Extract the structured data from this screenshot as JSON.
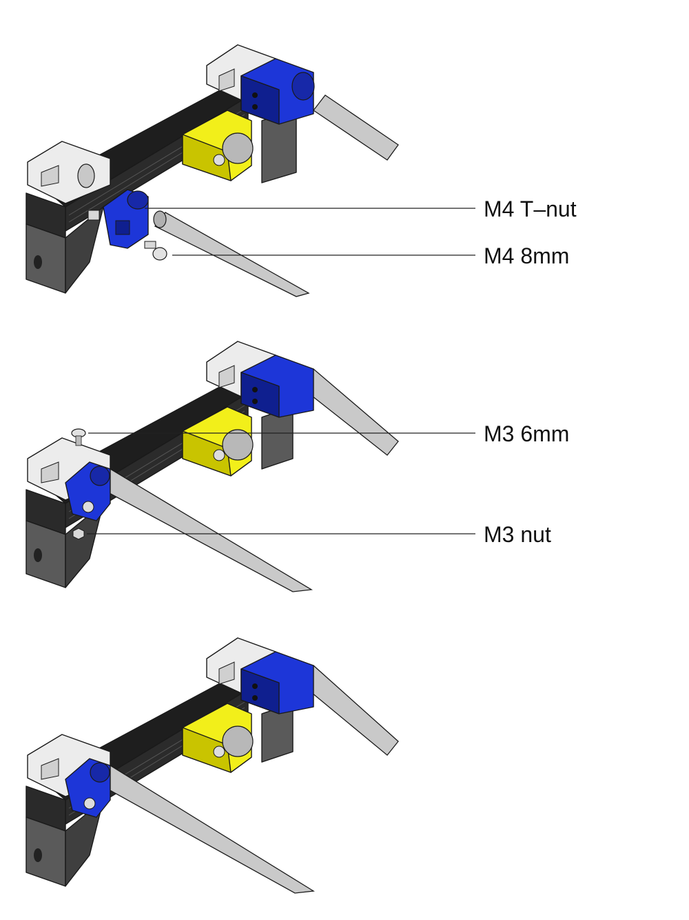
{
  "colors": {
    "background": "#ffffff",
    "extrusion": "#1e1e1e",
    "extrusion_slot": "#3a3a3a",
    "bracket": "#5a5a5a",
    "bracket_dark": "#3f3f3f",
    "end_cap": "#ececec",
    "end_cap_shadow": "#c8c8c8",
    "holder_blue": "#1d36d8",
    "holder_blue_dark": "#0f1f8f",
    "carriage_yellow": "#f2ef1a",
    "carriage_yellow_dark": "#c9c400",
    "rod": "#c9c9c9",
    "rod_shadow": "#9d9d9d",
    "screw": "#d8d8d8"
  },
  "steps": [
    {
      "callouts": [
        {
          "text": "M4 T–nut"
        },
        {
          "text": "M4 8mm"
        }
      ]
    },
    {
      "callouts": [
        {
          "text": "M3 6mm"
        },
        {
          "text": "M3 nut"
        }
      ]
    },
    {
      "callouts": []
    }
  ]
}
